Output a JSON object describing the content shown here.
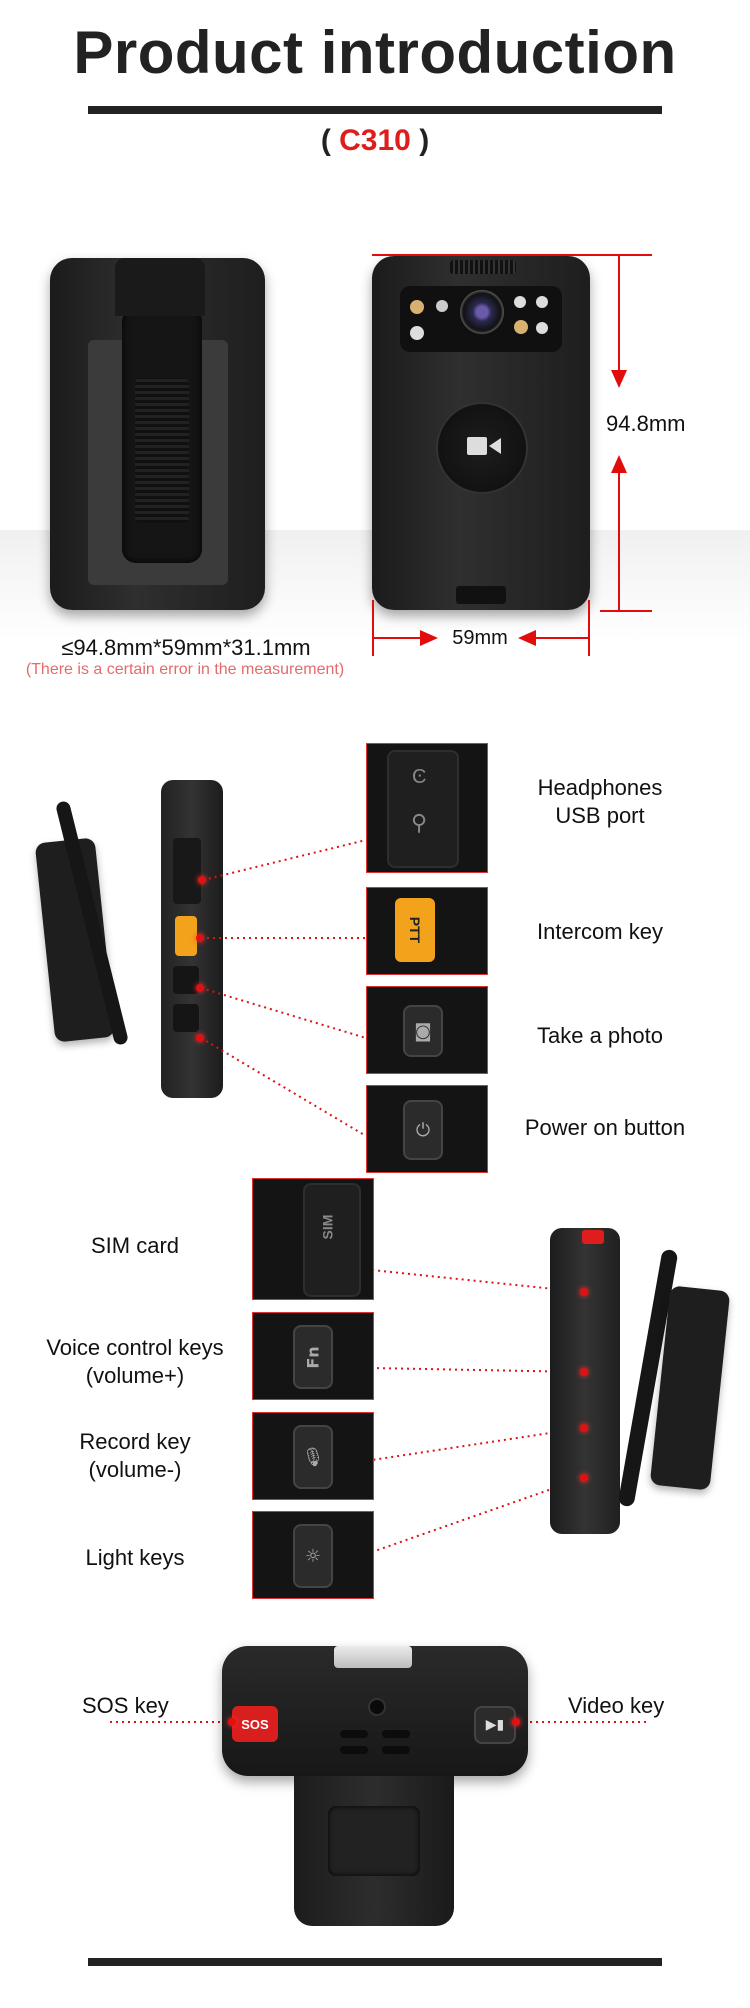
{
  "page": {
    "title": "Product introduction",
    "model_prefix": "( ",
    "model_name": "C310",
    "model_suffix": " )"
  },
  "dimensions": {
    "height_label": "94.8mm",
    "width_label": "59mm",
    "overall": "≤94.8mm*59mm*31.1mm",
    "note": "(There is a certain error in the measurement)"
  },
  "left_side": {
    "labels": [
      "Headphones\nUSB port",
      "Intercom key",
      "Take a photo",
      "Power on button"
    ],
    "ptt_text": "PTT"
  },
  "right_side": {
    "labels": [
      "SIM card",
      "Voice control keys\n(volume+)",
      "Record key\n(volume-)",
      "Light keys"
    ],
    "sim_text": "SIM",
    "fn_text": "Fn"
  },
  "top_view": {
    "sos_label": "SOS key",
    "video_label": "Video key",
    "sos_button_text": "SOS"
  },
  "colors": {
    "accent": "#e01d1d",
    "ptt_yellow": "#f2a31b",
    "dark": "#222222"
  }
}
